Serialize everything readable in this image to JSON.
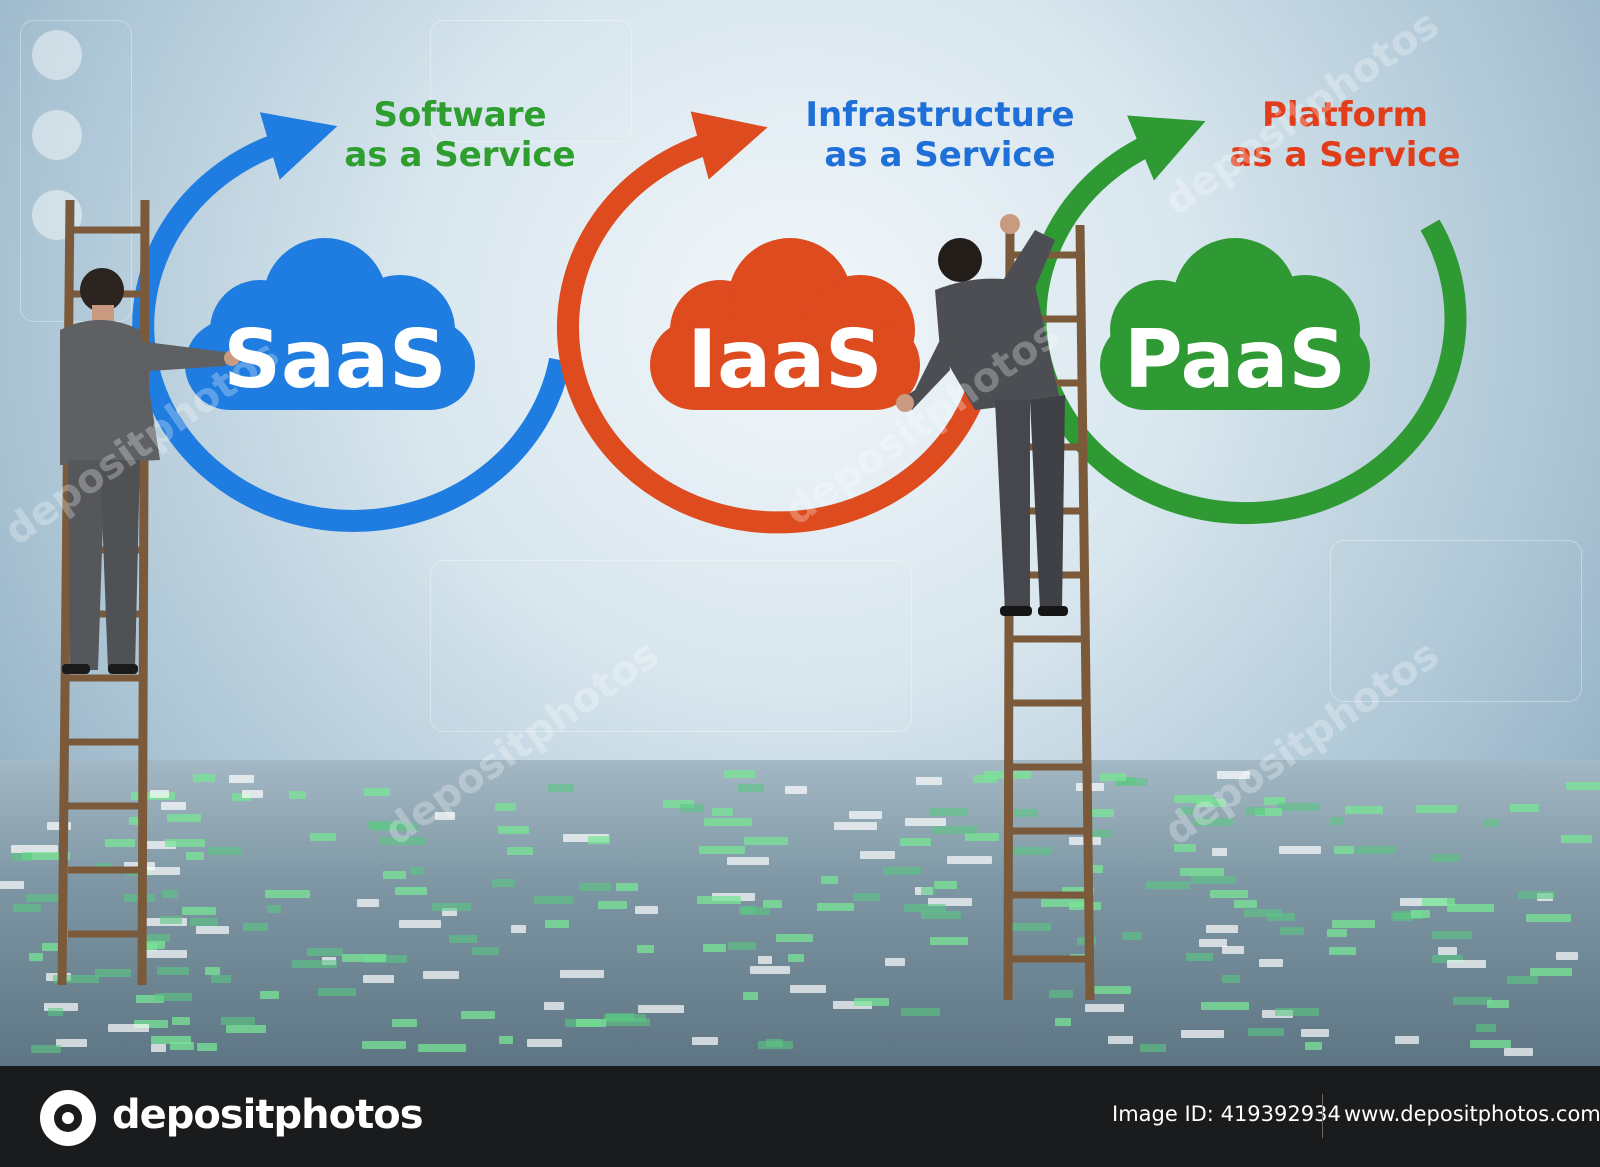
{
  "photo": {
    "sections": [
      {
        "id": "saas",
        "headline_line1": "Software",
        "headline_line2": "as a Service",
        "cloud_label": "SaaS",
        "color": "#1f7ce0",
        "headline_color": "#2e9e2e"
      },
      {
        "id": "iaas",
        "headline_line1": "Infrastructure",
        "headline_line2": "as a Service",
        "cloud_label": "IaaS",
        "color": "#dd4b1f",
        "headline_color": "#1f6fd8"
      },
      {
        "id": "paas",
        "headline_line1": "Platform",
        "headline_line2": "as a Service",
        "cloud_label": "PaaS",
        "color": "#2f9a34",
        "headline_color": "#e23d1a"
      }
    ],
    "watermark": "depositphotos"
  },
  "footer": {
    "brand": "depositphotos",
    "image_id_label": "Image ID:",
    "image_id": "419392934",
    "site": "www.depositphotos.com"
  }
}
